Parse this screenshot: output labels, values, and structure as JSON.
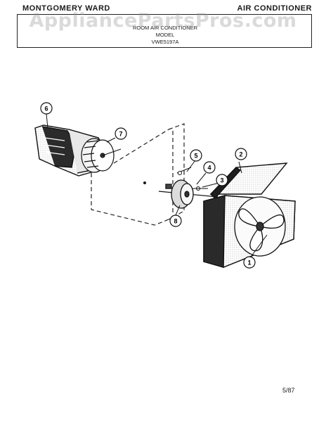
{
  "header": {
    "brand": "MONTGOMERY WARD",
    "category": "AIR CONDITIONER",
    "title_lines": [
      "ROOM AIR CONDITIONER",
      "MODEL",
      "VWE5197A"
    ]
  },
  "watermark": "AppliancePartsPros.com",
  "footer": {
    "date": "5/87"
  },
  "callouts": [
    "1",
    "2",
    "3",
    "4",
    "5",
    "6",
    "7",
    "8"
  ]
}
